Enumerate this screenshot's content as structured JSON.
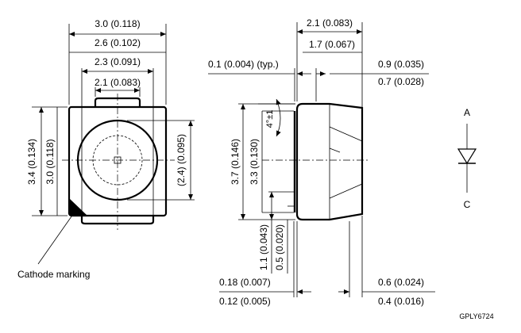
{
  "top_view": {
    "width_outer": "3.0 (0.118)",
    "width_body": "2.6 (0.102)",
    "width_pad_outer": "2.3 (0.091)",
    "width_pad_inner": "2.1 (0.083)",
    "height_outer": "3.4 (0.134)",
    "height_body": "3.0 (0.118)",
    "lens_diameter": "(2.4) (0.095)",
    "cathode_label": "Cathode marking"
  },
  "side_view": {
    "depth_total": "2.1 (0.083)",
    "depth_body": "1.7 (0.067)",
    "offset_typ": "0.1 (0.004) (typ.)",
    "lead_outer": "0.9 (0.035)",
    "lead_inner": "0.7 (0.028)",
    "angle": "4°±1",
    "height_outer": "3.7 (0.146)",
    "height_body": "3.3 (0.130)",
    "lead_height_outer": "1.1 (0.043)",
    "lead_height_inner": "0.5 (0.020)",
    "lead_thick_max": "0.18 (0.007)",
    "lead_thick_min": "0.12 (0.005)",
    "pad_max": "0.6 (0.024)",
    "pad_min": "0.4 (0.016)"
  },
  "symbol": {
    "anode": "A",
    "cathode": "C"
  },
  "drawing_code": "GPLY6724"
}
